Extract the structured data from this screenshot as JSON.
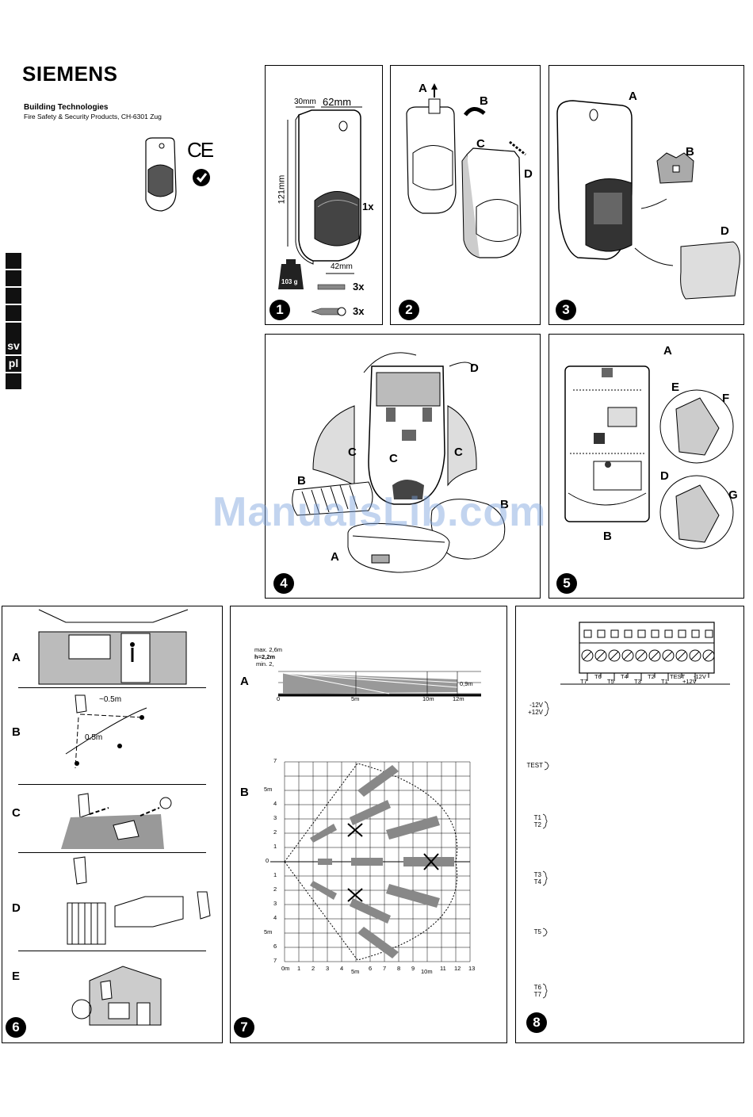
{
  "header": {
    "brand": "SIEMENS",
    "division": "Building Technologies",
    "address": "Fire Safety & Security Products, CH-6301 Zug"
  },
  "cert_marks": {
    "ce": "CE"
  },
  "languages": [
    "",
    "",
    "",
    "",
    "",
    "sv",
    "pl",
    ""
  ],
  "watermark": "ManualsLib.com",
  "panels": {
    "p1": {
      "number": "1",
      "dims": {
        "depth": "30mm",
        "width": "62mm",
        "height": "121mm",
        "bottom": "42mm"
      },
      "weight": "103 g",
      "qty_detector": "1x",
      "qty_plugs": "3x",
      "qty_screws": "3x"
    },
    "p2": {
      "number": "2",
      "labels": [
        "A",
        "B",
        "C",
        "D"
      ]
    },
    "p3": {
      "number": "3",
      "labels": [
        "A",
        "B",
        "D"
      ]
    },
    "p4": {
      "number": "4",
      "labels": [
        "D",
        "C",
        "C",
        "C",
        "B",
        "B",
        "A"
      ]
    },
    "p5": {
      "number": "5",
      "labels": [
        "A",
        "E",
        "F",
        "D",
        "G",
        "B"
      ]
    },
    "p6": {
      "number": "6",
      "rows": [
        "A",
        "B",
        "C",
        "D",
        "E"
      ],
      "dist1": "~0.5m",
      "dist2": "0.5m"
    },
    "p7": {
      "number": "7",
      "side": {
        "label": "A",
        "max": "max. 2,6m",
        "h": "h=2,2m",
        "min": "min. 2,",
        "ground": "0,9m",
        "xticks": [
          "0",
          "5m",
          "10m",
          "12m"
        ]
      },
      "top": {
        "label": "B",
        "yticks": [
          "7",
          "5m",
          "4",
          "3",
          "2",
          "1",
          "0",
          "1",
          "2",
          "3",
          "4",
          "5m",
          "6",
          "7"
        ],
        "xticks": [
          "0m",
          "1",
          "2",
          "3",
          "4",
          "5m",
          "6",
          "7",
          "8",
          "9",
          "10m",
          "11",
          "12",
          "13"
        ]
      }
    },
    "p8": {
      "number": "8",
      "terminals_top": [
        "T6",
        "T4",
        "T2",
        "TEST",
        "-12V"
      ],
      "terminals_bottom": [
        "T7",
        "T5",
        "T3",
        "T1",
        "+12V"
      ],
      "groups": [
        [
          "-12V",
          "+12V"
        ],
        [
          "TEST"
        ],
        [
          "T1",
          "T2"
        ],
        [
          "T3",
          "T4"
        ],
        [
          "T5"
        ],
        [
          "T6",
          "T7"
        ]
      ]
    }
  }
}
